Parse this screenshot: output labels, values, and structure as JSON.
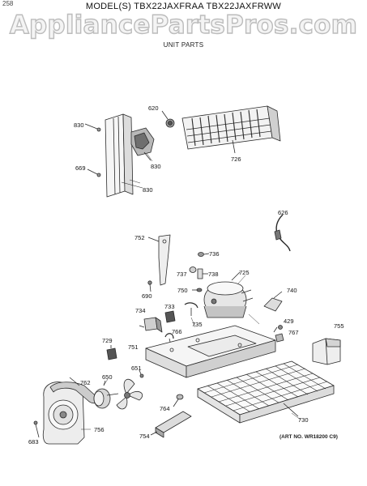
{
  "page": {
    "corner_mark": "258",
    "model_line": "MODEL(S) TBX22JAXFRAA  TBX22JAXFRWW",
    "watermark": "AppliancePartsPros.com",
    "section_title": "UNIT PARTS",
    "art_number": "(ART NO. WR18200 C9)"
  },
  "labels": {
    "p620": "620",
    "p830a": "830",
    "p830b": "830",
    "p830c": "830",
    "p669": "669",
    "p726": "726",
    "p626": "626",
    "p752": "752",
    "p736": "736",
    "p737": "737",
    "p738": "738",
    "p725": "725",
    "p690": "690",
    "p750": "750",
    "p740": "740",
    "p734": "734",
    "p733": "733",
    "p735": "735",
    "p429": "429",
    "p767": "767",
    "p755": "755",
    "p766": "766",
    "p729": "729",
    "p751": "751",
    "p651": "651",
    "p762": "762",
    "p650": "650",
    "p764": "764",
    "p730": "730",
    "p756": "756",
    "p754": "754",
    "p683": "683"
  }
}
